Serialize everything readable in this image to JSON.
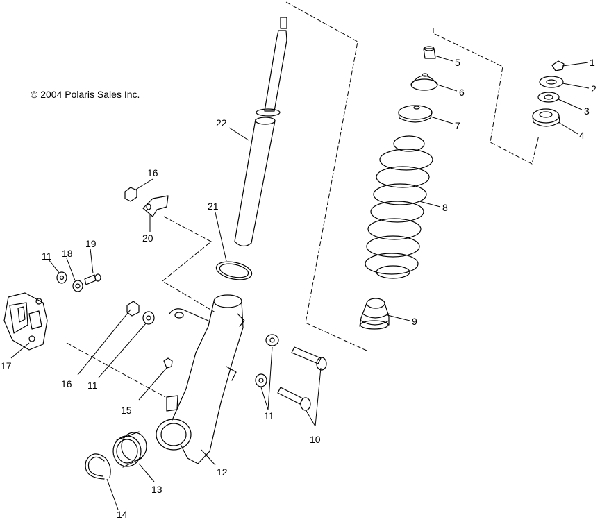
{
  "copyright": "© 2004 Polaris Sales Inc.",
  "callouts": {
    "c1": "1",
    "c2": "2",
    "c3": "3",
    "c4": "4",
    "c5": "5",
    "c6": "6",
    "c7": "7",
    "c8": "8",
    "c9": "9",
    "c10": "10",
    "c11a": "11",
    "c11b": "11",
    "c11c": "11",
    "c12": "12",
    "c13": "13",
    "c14": "14",
    "c15": "15",
    "c16a": "16",
    "c16b": "16",
    "c17": "17",
    "c18": "18",
    "c19": "19",
    "c20": "20",
    "c21": "21",
    "c22": "22"
  }
}
